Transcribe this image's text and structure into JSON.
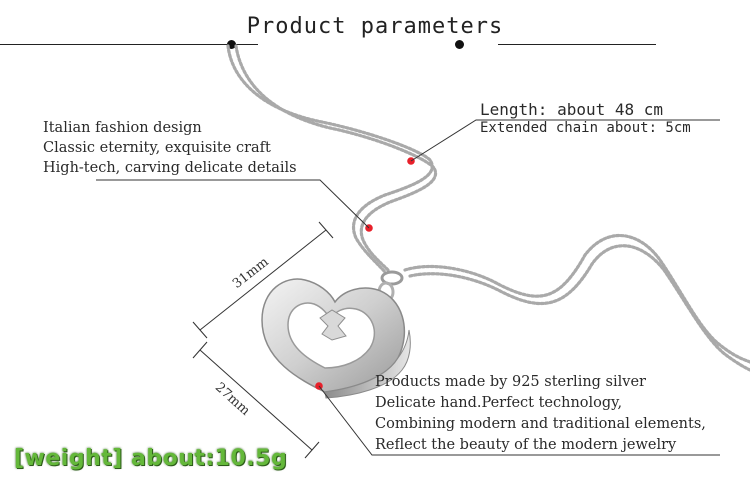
{
  "title": "Product parameters",
  "features": {
    "lines": [
      "Italian fashion design",
      "Classic eternity, exquisite craft",
      "High-tech, carving delicate details"
    ]
  },
  "length": {
    "lines": [
      "Length: about 48 cm",
      "Extended chain about: 5cm"
    ]
  },
  "material": {
    "lines": [
      "Products made by 925 sterling silver",
      "Delicate hand.Perfect technology,",
      "Combining modern and traditional elements,",
      "Reflect the beauty of the modern jewelry"
    ]
  },
  "dimensions": {
    "width_label": "31mm",
    "height_label": "27mm"
  },
  "weight": "[weight] about:10.5g",
  "colors": {
    "marker": "#e8202a",
    "weight_text": "#64b83a",
    "silver": "#c8c8c8"
  }
}
